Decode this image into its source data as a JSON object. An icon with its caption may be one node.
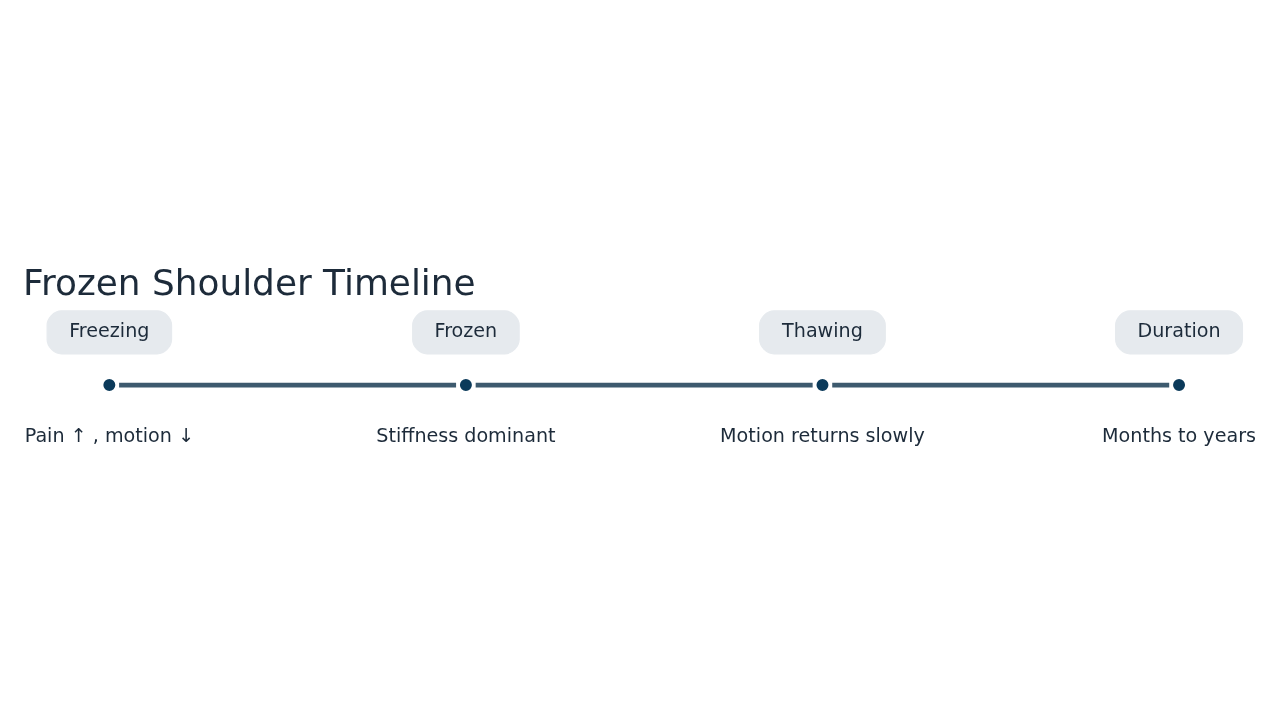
{
  "diagram": {
    "title": "Frozen Shoulder Timeline",
    "nodes": [
      {
        "text": [
          "Freezing"
        ]
      },
      {
        "text": [
          "Frozen"
        ]
      },
      {
        "text": [
          "Thawing"
        ]
      },
      {
        "text": [
          "Duration"
        ]
      },
      {
        "text": [],
        "shape": "circle",
        "beside": [
          "Pain ↑ , motion ↓"
        ]
      },
      {
        "text": [],
        "shape": "circle",
        "beside": [
          "Stiffness dominant"
        ]
      },
      {
        "text": [],
        "shape": "circle",
        "beside": [
          "Motion returns slowly"
        ]
      },
      {
        "text": [],
        "shape": "circle",
        "beside": [
          "Months to years"
        ]
      }
    ],
    "edges": [
      {
        "from": 4,
        "to": 5,
        "arrow": "none"
      },
      {
        "from": 5,
        "to": 6,
        "arrow": "none"
      },
      {
        "from": 6,
        "to": 7,
        "arrow": "none"
      }
    ]
  }
}
